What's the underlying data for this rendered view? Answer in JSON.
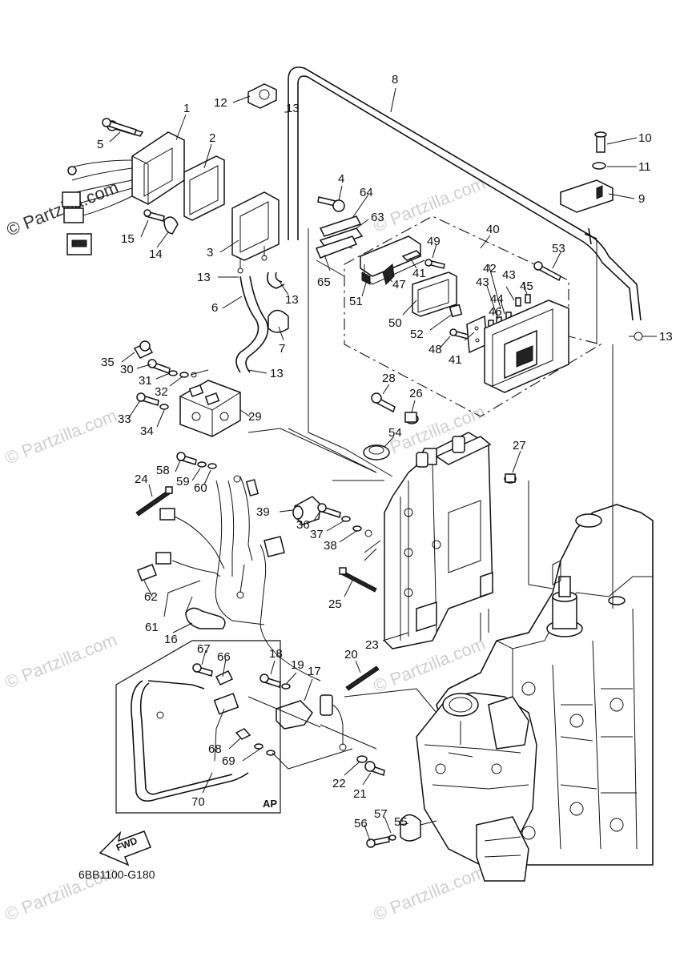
{
  "diagram_code": "6BB1100-G180",
  "watermark": "© Partzilla.com",
  "ap_label": "AP",
  "fwd_label": "FWD",
  "callouts": [
    "1",
    "2",
    "3",
    "4",
    "5",
    "6",
    "7",
    "8",
    "9",
    "10",
    "11",
    "12",
    "13",
    "13",
    "13",
    "13",
    "13",
    "14",
    "15",
    "16",
    "17",
    "18",
    "19",
    "20",
    "21",
    "22",
    "23",
    "24",
    "25",
    "26",
    "27",
    "28",
    "29",
    "30",
    "31",
    "32",
    "33",
    "34",
    "35",
    "36",
    "37",
    "38",
    "39",
    "40",
    "41",
    "41",
    "42",
    "43",
    "43",
    "44",
    "45",
    "46",
    "47",
    "48",
    "49",
    "50",
    "51",
    "52",
    "53",
    "54",
    "55",
    "56",
    "57",
    "58",
    "59",
    "60",
    "61",
    "62",
    "63",
    "64",
    "65",
    "66",
    "67",
    "68",
    "69",
    "70"
  ]
}
